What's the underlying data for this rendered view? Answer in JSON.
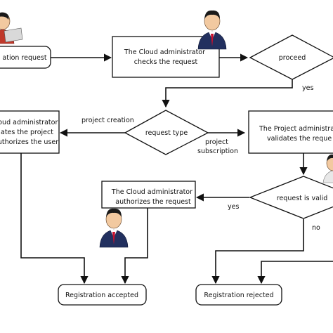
{
  "nodes": {
    "registration_request": "ation request",
    "admin_checks": [
      "The Cloud administrator",
      "checks the request"
    ],
    "proceed": "proceed",
    "request_type": "request type",
    "admin_validates_left": [
      "loud administrator",
      "ates the project",
      "uthorizes the user"
    ],
    "project_admin_validates": [
      "The Project administra",
      "validates the reque"
    ],
    "request_is_valid": "request is valid",
    "admin_authorizes": [
      "The Cloud administrator",
      "authorizes the request"
    ],
    "registration_accepted": "Registration accepted",
    "registration_rejected": "Registration rejected"
  },
  "edges": {
    "proceed_yes": "yes",
    "project_creation": "project creation",
    "project_subscription": [
      "project",
      "subscription"
    ],
    "valid_yes": "yes",
    "valid_no": "no"
  },
  "actors": [
    "cloud-administrator",
    "cloud-administrator",
    "project-administrator",
    "user"
  ],
  "colors": {
    "line": "#111111",
    "node_fill": "#ffffff",
    "suit": "#22305f",
    "tie": "#c8102e",
    "user_shirt": "#c0392b"
  }
}
